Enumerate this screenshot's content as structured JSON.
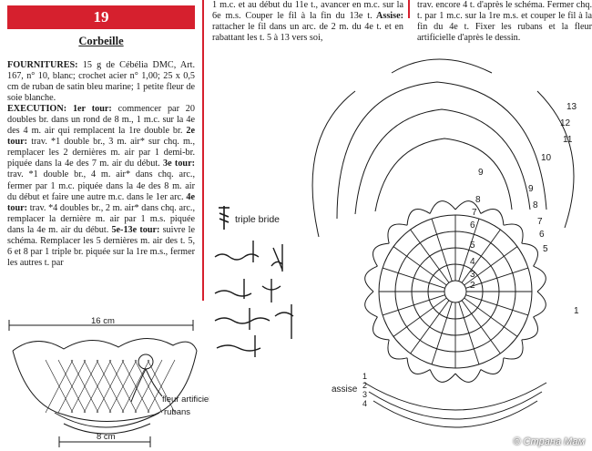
{
  "pattern": {
    "number": "19",
    "title": "Corbeille"
  },
  "column1": {
    "fournitures_label": "FOURNITURES:",
    "fournitures_text": " 15 g de Cébélia DMC, Art. 167, n° 10, blanc; crochet acier n° 1,00; 25 x 0,5 cm de ruban de satin bleu marine; 1 petite fleur de soie blanche.",
    "execution_label": "EXECUTION:",
    "tour1_label": " 1er tour:",
    "tour1_text": " commencer par 20 doubles br. dans un rond de 8 m., 1 m.c. sur la 4e des 4 m. air qui remplacent la 1re double br.",
    "tour2_label": " 2e tour:",
    "tour2_text": " trav. *1 double br., 3 m. air* sur chq. m., remplacer les 2 dernières m. air par 1 demi-br. piquée dans la 4e des 7 m. air du début.",
    "tour3_label": " 3e tour:",
    "tour3_text": " trav. *1 double br., 4 m. air* dans chq. arc., fermer par 1 m.c. piquée dans la 4e des 8 m. air du début et faire une autre m.c. dans le 1er arc.",
    "tour4_label": " 4e tour:",
    "tour4_text": " trav. *4 doubles br., 2 m. air* dans chq. arc., remplacer la dernière m. air par 1 m.s. piquée dans la 4e m. air du début.",
    "tour5_label": " 5e-13e tour:",
    "tour5_text": " suivre le schéma. Remplacer les 5 dernières m. air des t. 5, 6 et 8 par 1 triple br. piquée sur la 1re m.s., fermer les autres t. par"
  },
  "column2": {
    "text_a": "1 m.c. et au début du 11e t., avancer en m.c. sur la 6e m.s. Couper le fil à la fin du 13e t.",
    "assise_label": " Assise:",
    "text_b": " rattacher le fil dans un arc. de 2 m. du 4e t. et en rabattant les t. 5 à 13 vers soi,"
  },
  "column3": {
    "text": "trav. encore 4 t. d'après le schéma. Fermer chq. t. par 1 m.c. sur la 1re m.s. et couper le fil à la fin du 4e t. Fixer les rubans et la fleur artificielle d'après le dessin."
  },
  "legend": {
    "triple_bride": "triple bride"
  },
  "basket": {
    "width_top": "16 cm",
    "width_bottom": "8 cm",
    "label_flower": "fleur artificielle",
    "label_ribbons": "rubans"
  },
  "diagram": {
    "round_labels": [
      "9",
      "8",
      "7",
      "6",
      "5",
      "4",
      "3",
      "2",
      "1",
      "12",
      "11",
      "13",
      "10",
      "9",
      "8",
      "7",
      "6",
      "5"
    ],
    "assise_label": "assise",
    "assise_rounds": [
      "1",
      "2",
      "3",
      "4"
    ]
  },
  "watermark": "© Страна Мам",
  "colors": {
    "accent": "#d6202e",
    "ink": "#1a1a1a"
  }
}
